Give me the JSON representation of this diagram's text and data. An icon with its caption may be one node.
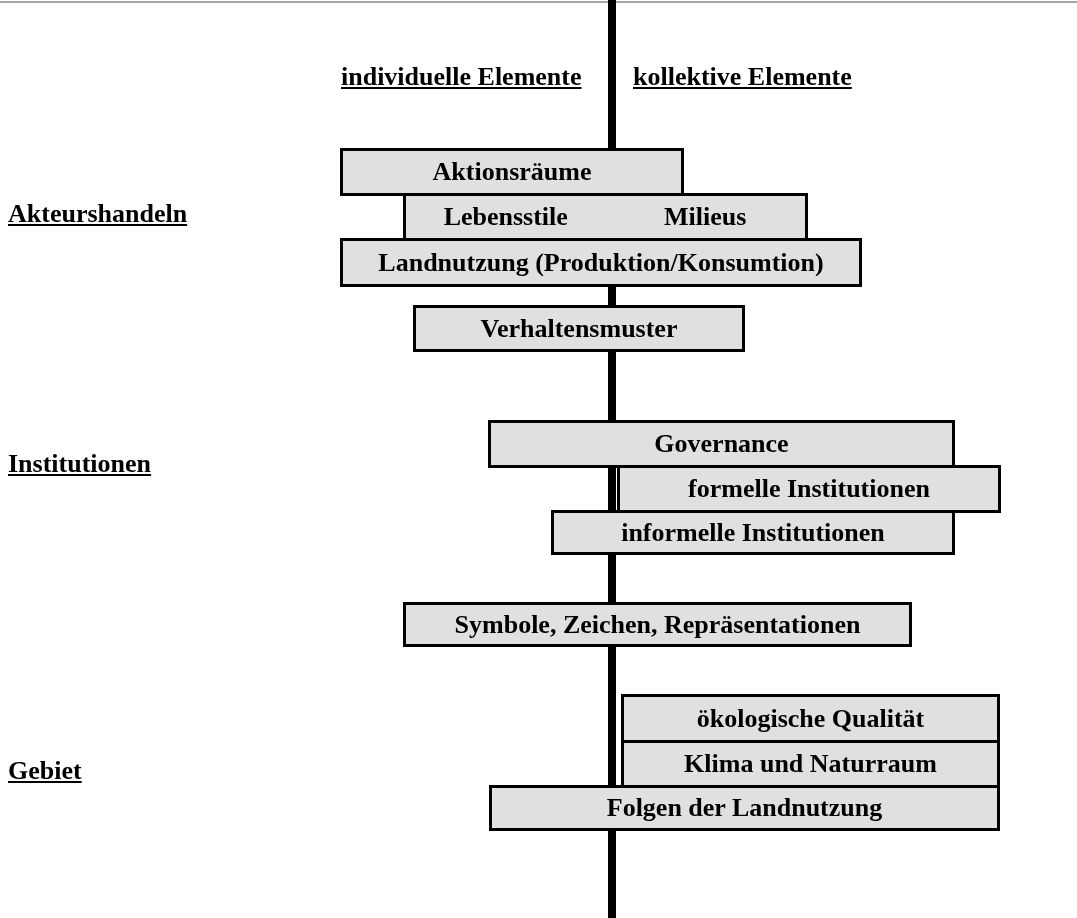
{
  "diagram": {
    "nodes": [
      {
        "text": [
          "Aktionsräume"
        ]
      },
      {
        "text": [
          "Lebensstile",
          "Milieus"
        ]
      },
      {
        "text": [
          "Landnutzung (Produktion/Konsumtion)"
        ]
      },
      {
        "text": [
          "Verhaltensmuster"
        ]
      },
      {
        "text": [
          "Governance"
        ]
      },
      {
        "text": [
          "formelle Institutionen"
        ]
      },
      {
        "text": [
          "informelle Institutionen"
        ]
      },
      {
        "text": [
          "Symbole, Zeichen, Repräsentationen"
        ]
      },
      {
        "text": [
          "ökologische Qualität"
        ]
      },
      {
        "text": [
          "Klima und Naturraum"
        ]
      },
      {
        "text": [
          "Folgen der Landnutzung"
        ]
      }
    ],
    "labels": [
      "individuelle Elemente",
      "kollektive Elemente",
      "Akteurshandeln",
      "Institutionen",
      "Gebiet"
    ]
  }
}
